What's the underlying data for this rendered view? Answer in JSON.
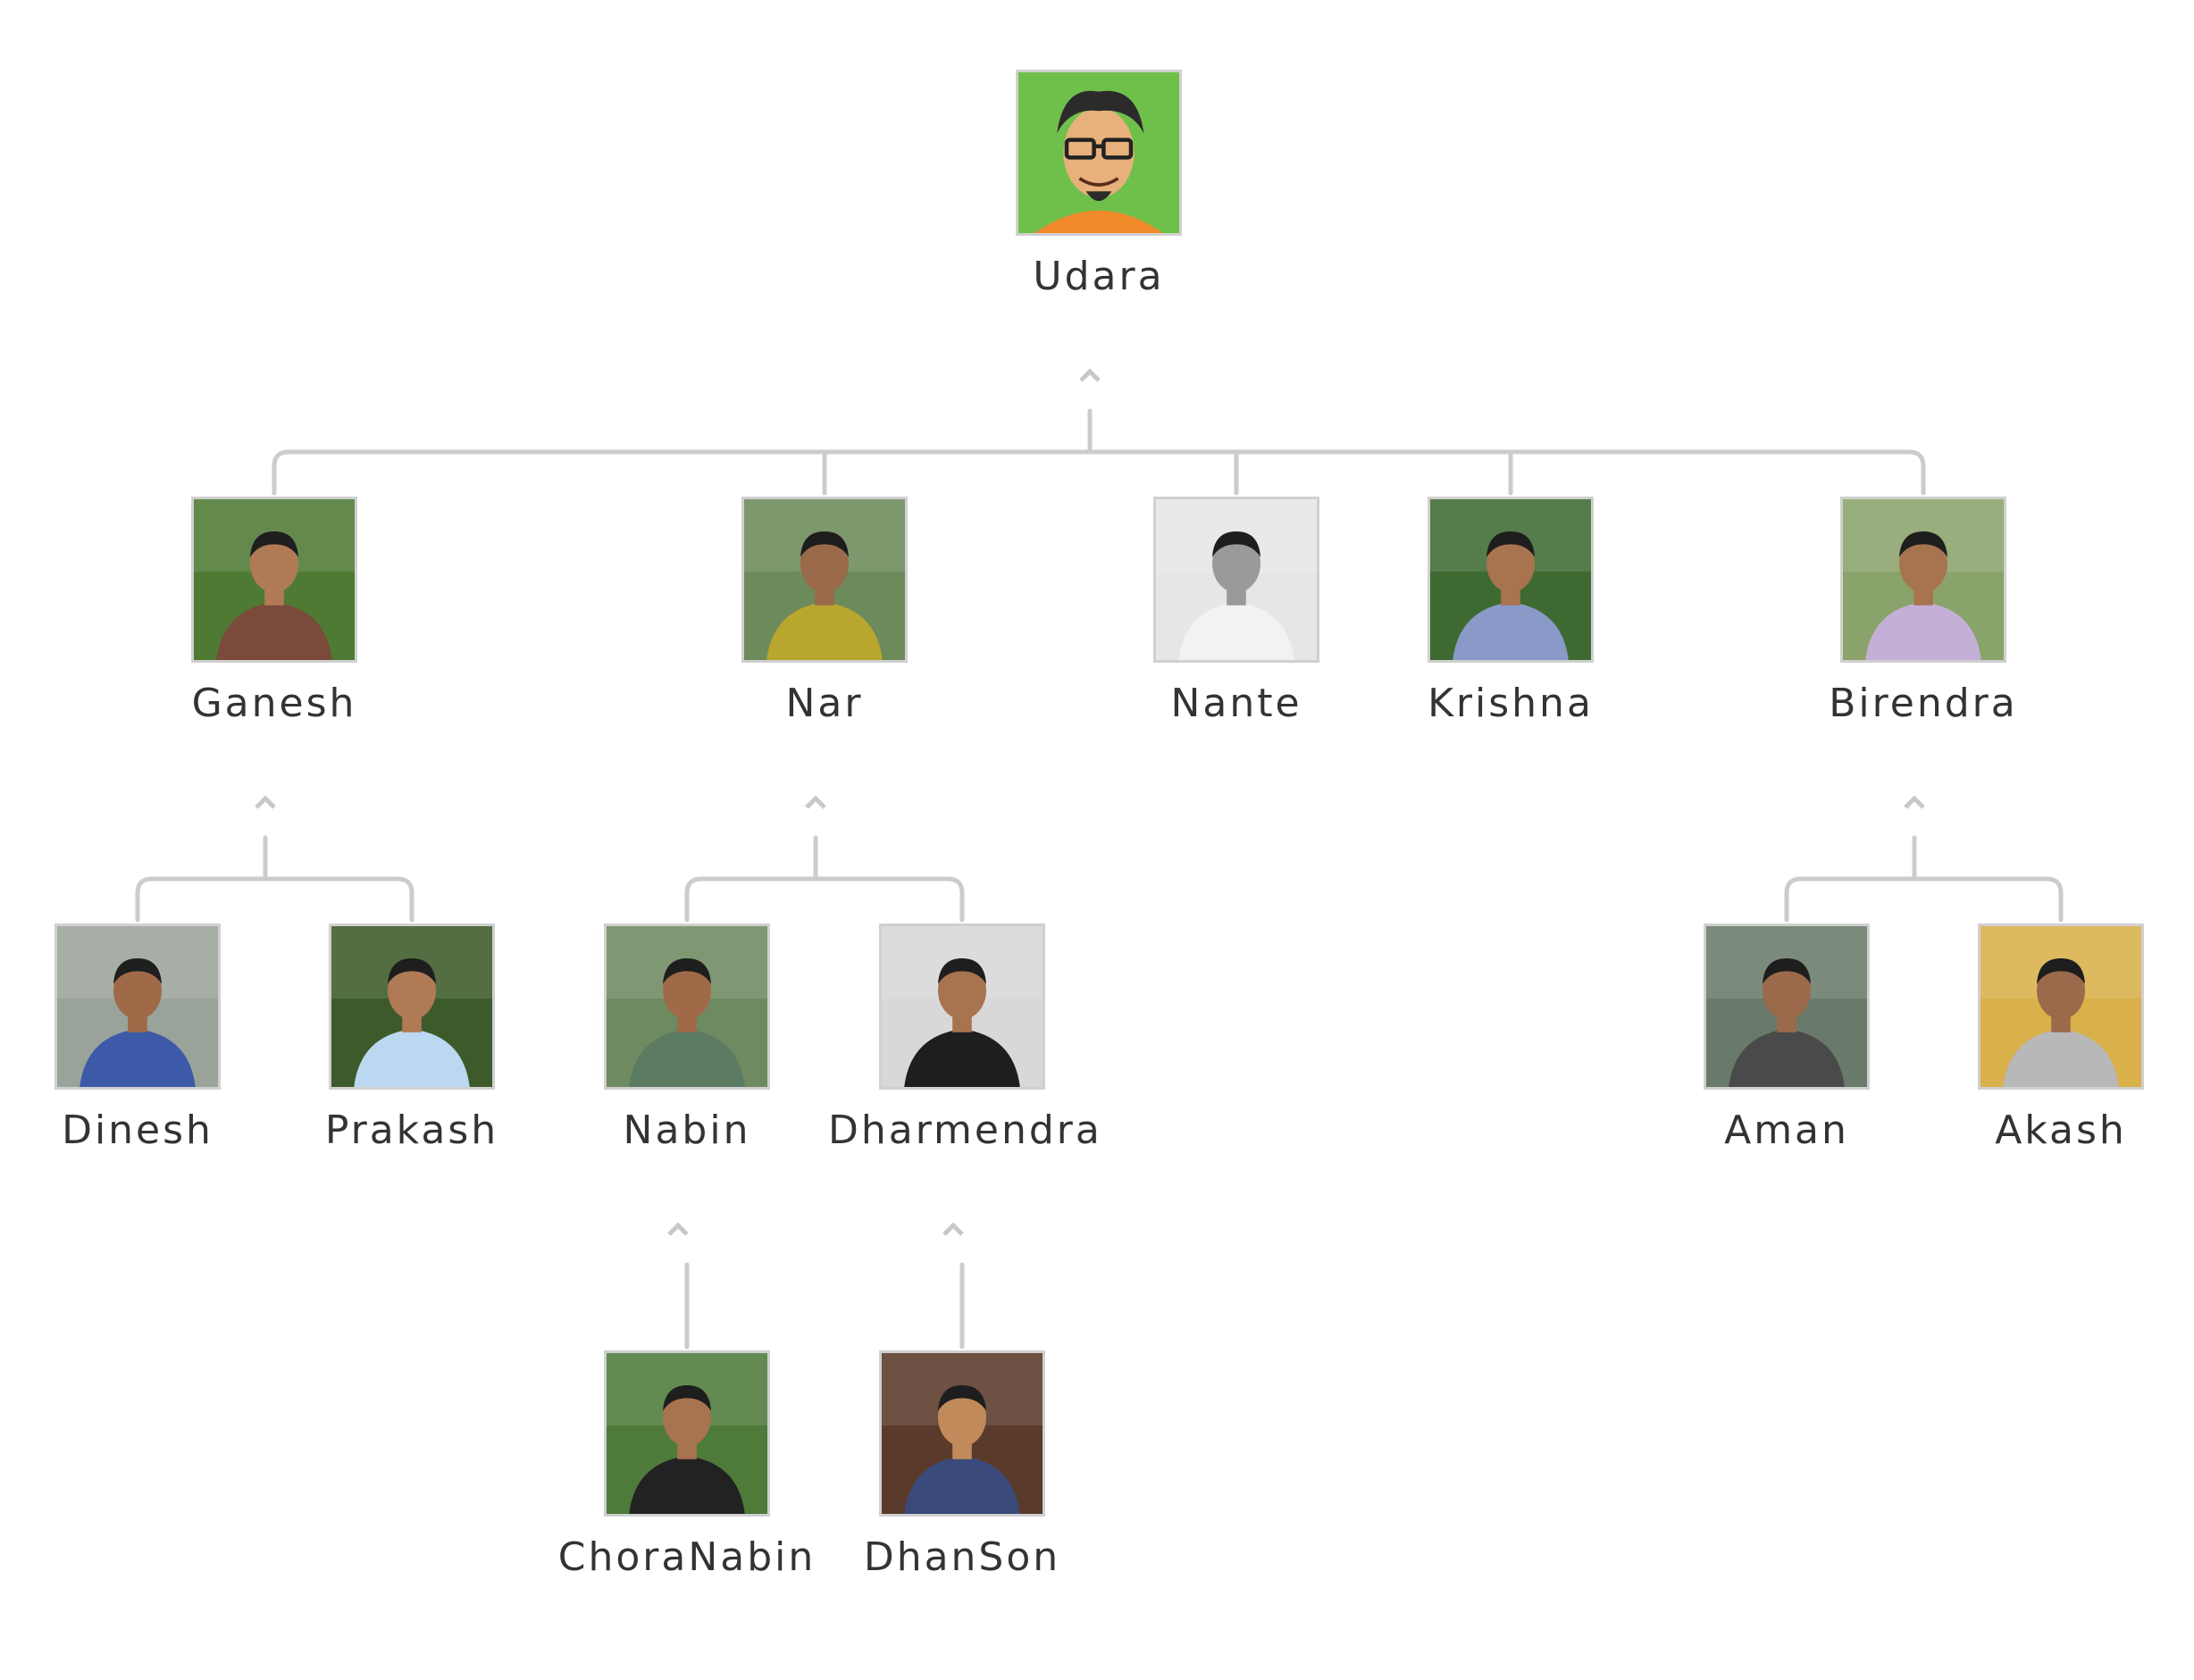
{
  "people": {
    "udara": {
      "name": "Udara",
      "photo": "cartoon-avatar",
      "bg": "#6fc04a",
      "shirt": "#f08a2a",
      "skin": "#e8b07a"
    },
    "ganesh": {
      "name": "Ganesh",
      "photo": "portrait-photo",
      "bg": "#4e7a34",
      "shirt": "#7a4a3a",
      "skin": "#b07a55"
    },
    "nar": {
      "name": "Nar",
      "photo": "portrait-photo",
      "bg": "#6d8a5a",
      "shirt": "#b9a62e",
      "skin": "#9a6a4a"
    },
    "nante": {
      "name": "Nante",
      "photo": "portrait-photo",
      "bg": "#e6e6e6",
      "shirt": "#f2f2f2",
      "skin": "#9a9a9a"
    },
    "krishna": {
      "name": "Krishna",
      "photo": "portrait-photo",
      "bg": "#3e6a32",
      "shirt": "#8a9ac8",
      "skin": "#a8734f"
    },
    "birendra": {
      "name": "Birendra",
      "photo": "portrait-photo",
      "bg": "#8aa36a",
      "shirt": "#c4b0d6",
      "skin": "#a8734f"
    },
    "dinesh": {
      "name": "Dinesh",
      "photo": "portrait-photo",
      "bg": "#9aa39a",
      "shirt": "#3c5aa8",
      "skin": "#a06a48"
    },
    "prakash": {
      "name": "Prakash",
      "photo": "portrait-photo",
      "bg": "#3d5a2a",
      "shirt": "#bcd8f0",
      "skin": "#b07a55"
    },
    "nabin": {
      "name": "Nabin",
      "photo": "portrait-photo",
      "bg": "#6e8a60",
      "shirt": "#5a7a62",
      "skin": "#a06a48"
    },
    "dharmendra": {
      "name": "Dharmendra",
      "photo": "portrait-photo",
      "bg": "#d8d8d8",
      "shirt": "#1e1e1e",
      "skin": "#a8734f"
    },
    "aman": {
      "name": "Aman",
      "photo": "portrait-photo",
      "bg": "#6a7a6a",
      "shirt": "#4a4a4a",
      "skin": "#9a6a4a"
    },
    "akash": {
      "name": "Akash",
      "photo": "portrait-photo",
      "bg": "#d9b04a",
      "shirt": "#b8b8b8",
      "skin": "#9a6a4a"
    },
    "choranabin": {
      "name": "ChoraNabin",
      "photo": "portrait-photo",
      "bg": "#4e7a3a",
      "shirt": "#222222",
      "skin": "#a8734f"
    },
    "dhanson": {
      "name": "DhanSon",
      "photo": "portrait-photo",
      "bg": "#5a3a2a",
      "shirt": "#3a4a7a",
      "skin": "#c08a5a"
    }
  },
  "colors": {
    "connector": "#cccccc",
    "caret": "#c8c8c8",
    "photo_border": "#d0d0d0",
    "label": "#333333"
  },
  "icons": {
    "collapse": "caret-up-icon"
  }
}
